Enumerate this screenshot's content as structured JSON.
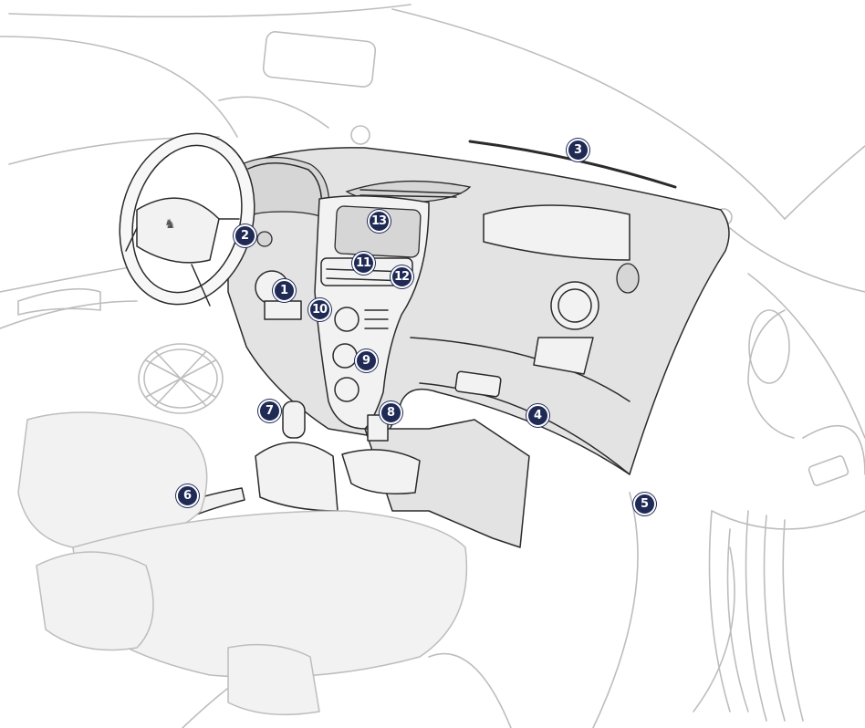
{
  "callouts": [
    {
      "id": "1",
      "label": "1"
    },
    {
      "id": "2",
      "label": "2"
    },
    {
      "id": "3",
      "label": "3"
    },
    {
      "id": "4",
      "label": "4"
    },
    {
      "id": "5",
      "label": "5"
    },
    {
      "id": "6",
      "label": "6"
    },
    {
      "id": "7",
      "label": "7"
    },
    {
      "id": "8",
      "label": "8"
    },
    {
      "id": "9",
      "label": "9"
    },
    {
      "id": "10",
      "label": "10"
    },
    {
      "id": "11",
      "label": "11"
    },
    {
      "id": "12",
      "label": "12"
    },
    {
      "id": "13",
      "label": "13"
    }
  ],
  "colors": {
    "callout_fill": "#1f2a55",
    "dashboard_fill": "#e3e3e3",
    "outline_dark": "#2b2b2b",
    "outline_light": "#bdbdbd"
  }
}
